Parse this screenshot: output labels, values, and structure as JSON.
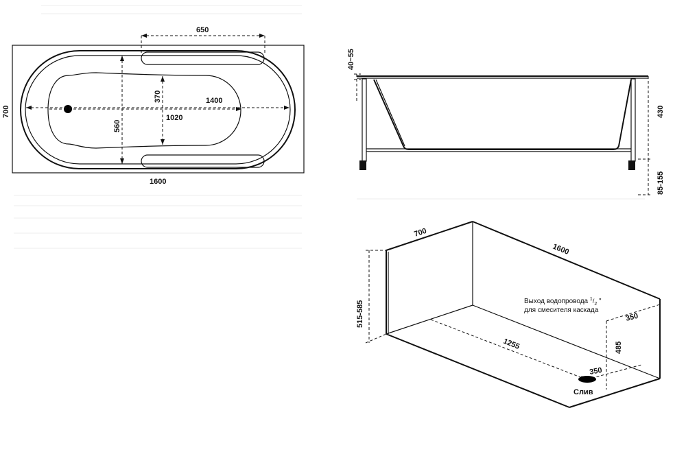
{
  "top_view": {
    "width_label": "1600",
    "height_label": "700",
    "armrest_label": "650",
    "outer_length_label": "1400",
    "inner_length_label": "1020",
    "inner_width_label": "370",
    "outer_width_label": "560"
  },
  "side_view": {
    "rim_label": "40~55",
    "depth_label": "430",
    "legs_label": "85-155"
  },
  "install_view": {
    "width_label": "700",
    "length_label": "1600",
    "height_label": "515-585",
    "water_note_prefix": "Выход водопровода ",
    "water_note_num": "1",
    "water_note_den": "2",
    "water_note_suffix": " \"",
    "water_note_line2": "для смесителя каскада",
    "pipe_offset_label": "350",
    "pipe_height_label": "485",
    "drain_distance_label": "1255",
    "drain_offset_label": "350",
    "drain_label": "Слив"
  }
}
